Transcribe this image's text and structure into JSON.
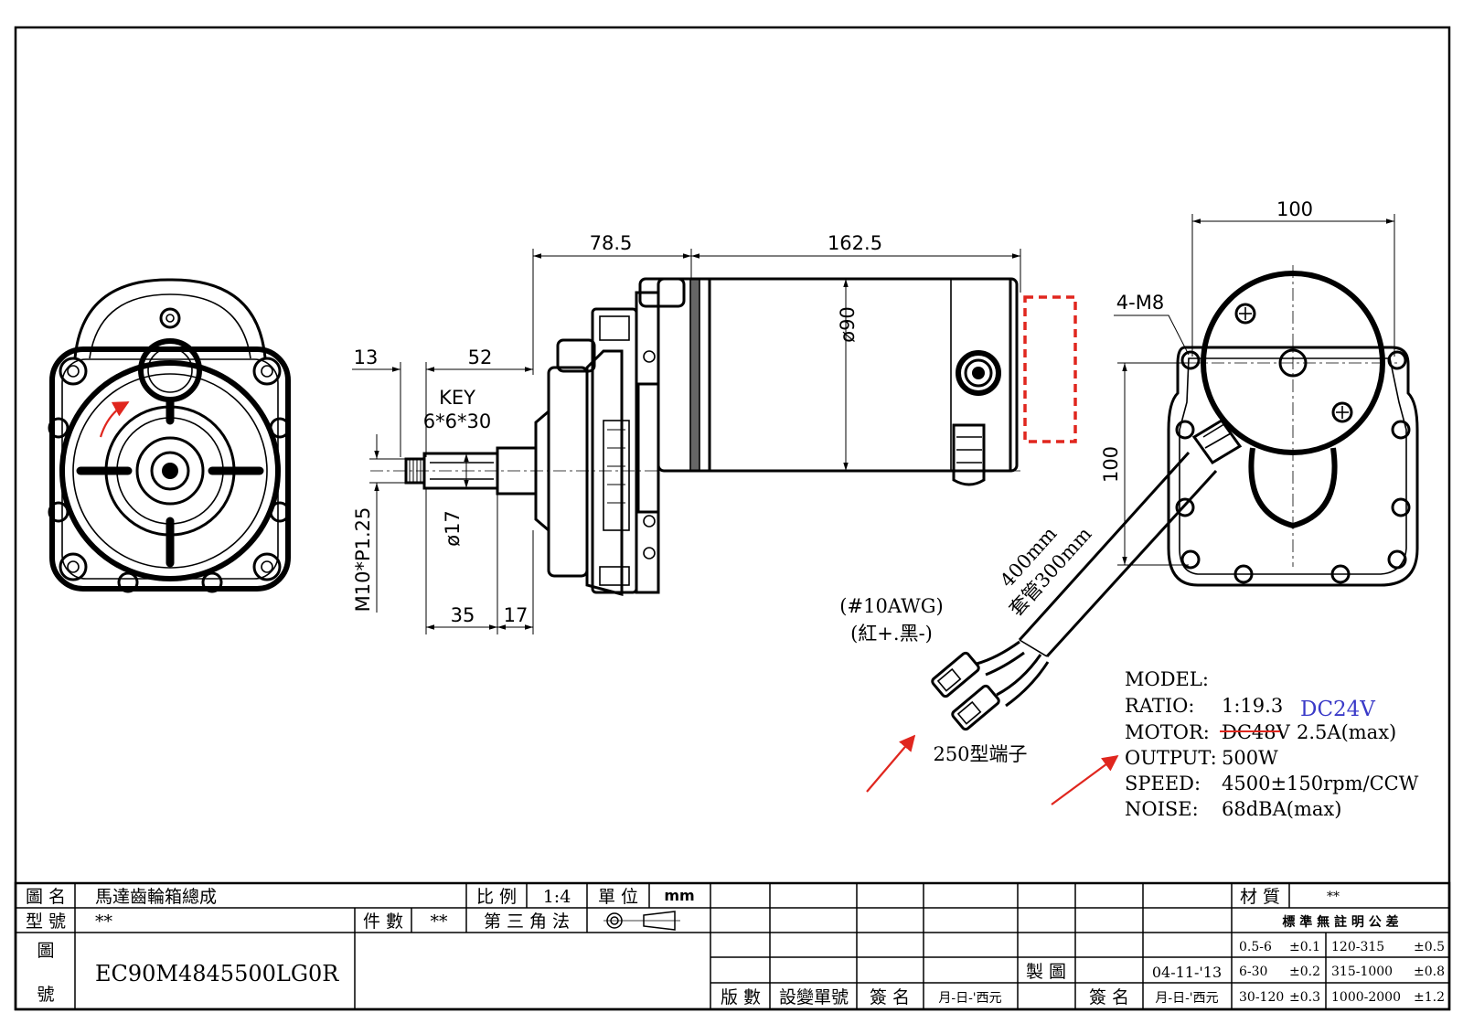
{
  "dimensions": {
    "d_78_5": "78.5",
    "d_162_5": "162.5",
    "d_100_top": "100",
    "d_13": "13",
    "d_52": "52",
    "key_title": "KEY",
    "key_size": "6*6*30",
    "d_phi90": "ø90",
    "thread": "M10*P1.25",
    "d_phi17": "ø17",
    "d_35": "35",
    "d_17": "17",
    "hole_spec": "4-M8",
    "d_100_side": "100"
  },
  "cable": {
    "length": "400mm",
    "sleeve": "套管300mm",
    "awg": "(#10AWG)",
    "colors": "(紅+.黑-)",
    "terminal": "250型端子"
  },
  "specs": {
    "model_label": "MODEL:",
    "model_value": "",
    "ratio_label": "RATIO:",
    "ratio_value": "1:19.3",
    "voltage_new": "DC24V",
    "motor_label": "MOTOR:",
    "motor_struck": "DC48V",
    "motor_current": "2.5A(max)",
    "output_label": "OUTPUT:",
    "output_value": "500W",
    "speed_label": "SPEED:",
    "speed_value": "4500±150rpm/CCW",
    "noise_label": "NOISE:",
    "noise_value": "68dBA(max)"
  },
  "title_block": {
    "name_label": "圖 名",
    "name_value": "馬達齒輪箱總成",
    "scale_label": "比 例",
    "scale_value": "1:4",
    "unit_label": "單 位",
    "unit_value": "mm",
    "type_label": "型 號",
    "type_value": "**",
    "qty_label": "件 數",
    "qty_value": "**",
    "projection": "第 三 角 法",
    "drawing_label_1": "圖",
    "drawing_label_2": "號",
    "drawing_number": "EC90M4845500LG0R",
    "drawn_label": "製 圖",
    "drawn_date": "04-11-'13",
    "rev_label": "版 數",
    "change_label": "設變單號",
    "sign_label_1": "簽 名",
    "date_label_1": "月-日-'西元",
    "sign_label_2": "簽 名",
    "date_label_2": "月-日-'西元",
    "material_label": "材 質",
    "material_value": "**",
    "tol_title": "標 準 無 註 明 公 差",
    "tolerances": [
      {
        "range": "0.5-6",
        "tol": "±0.1",
        "range2": "120-315",
        "tol2": "±0.5"
      },
      {
        "range": "6-30",
        "tol": "±0.2",
        "range2": "315-1000",
        "tol2": "±0.8"
      },
      {
        "range": "30-120",
        "tol": "±0.3",
        "range2": "1000-2000",
        "tol2": "±1.2"
      }
    ]
  },
  "colors": {
    "annotation_red": "#e0261e",
    "voltage_blue": "#3a3ac8",
    "line": "#000000"
  }
}
